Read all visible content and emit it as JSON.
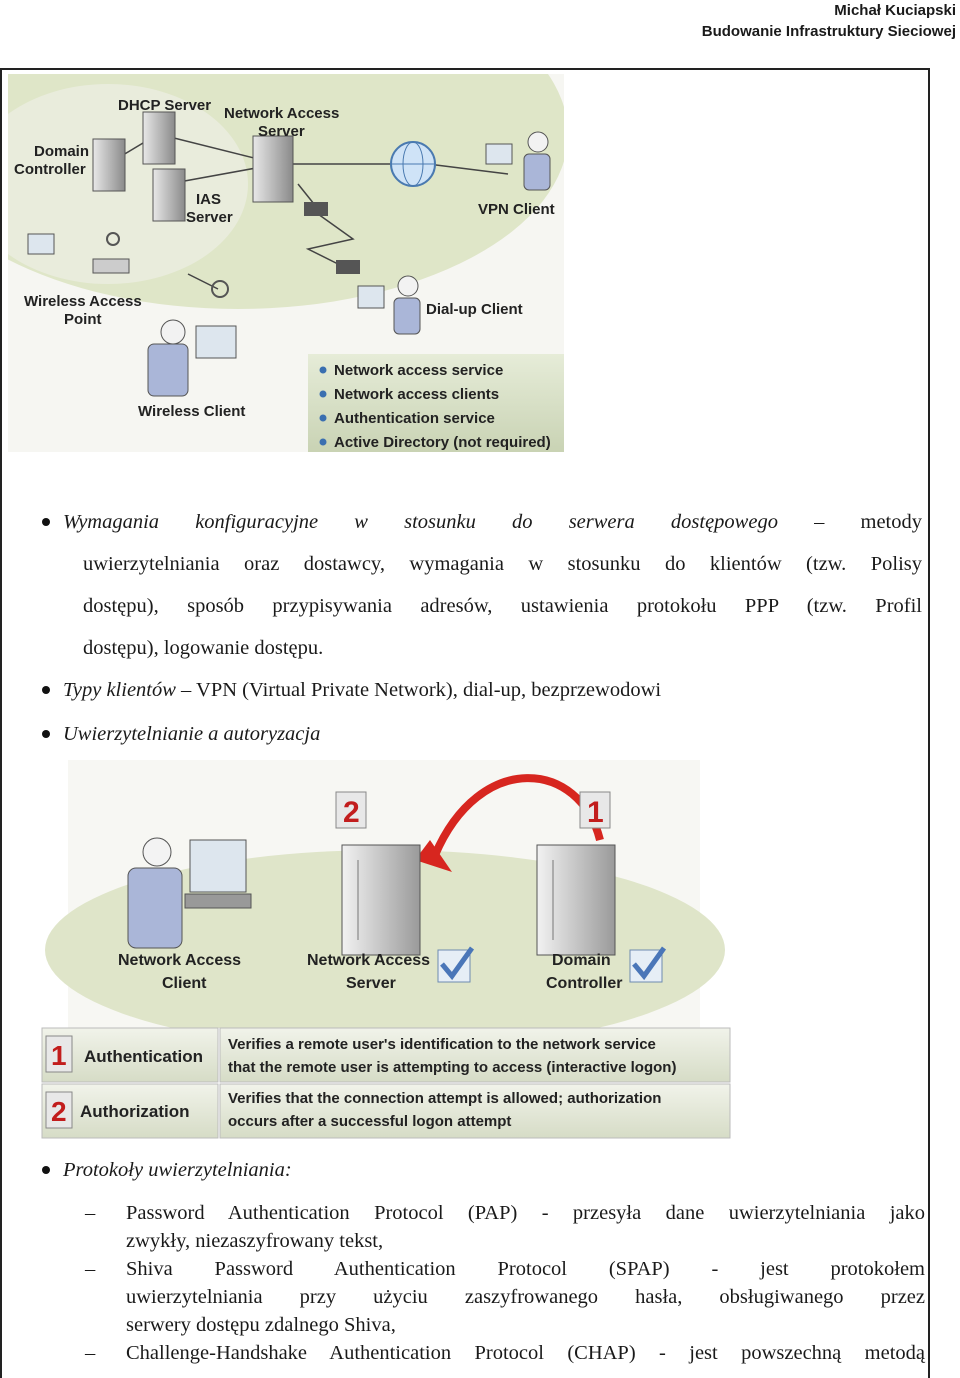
{
  "header": {
    "author": "Michał Kuciapski",
    "course": "Budowanie Infrastruktury Sieciowej"
  },
  "diagram1": {
    "nodes": {
      "dhcp": "DHCP Server",
      "nas1": "Network Access",
      "nas2": "Server",
      "dc1": "Domain",
      "dc2": "Controller",
      "ias1": "IAS",
      "ias2": "Server",
      "vpn": "VPN Client",
      "wap1": "Wireless Access",
      "wap2": "Point",
      "dialup": "Dial-up Client",
      "wireless": "Wireless Client"
    },
    "legend": [
      "Network access service",
      "Network access clients",
      "Authentication service",
      "Active Directory (not required)"
    ]
  },
  "bullets": {
    "b1_italic": "Wymagania konfiguracyjne w stosunku do serwera dostępowego",
    "b1_line1_rest": " – metody",
    "b1_line2": "uwierzytelniania oraz dostawcy, wymagania w stosunku do klientów (tzw. Polisy",
    "b1_line3": "dostępu), sposób przypisywania adresów, ustawienia protokołu PPP (tzw. Profil",
    "b1_line4": "dostępu), logowanie dostępu.",
    "b2_italic": "Typy klientów",
    "b2_rest": " – VPN (Virtual Private Network), dial-up, bezprzewodowi",
    "b3_italic": "Uwierzytelnianie a autoryzacja",
    "b4_italic": "Protokoły uwierzytelniania:"
  },
  "diagram2": {
    "badge2": "2",
    "badge1": "1",
    "nac1": "Network Access",
    "nac2": "Client",
    "nas1": "Network Access",
    "nas2": "Server",
    "dc1": "Domain",
    "dc2": "Controller",
    "auth_num": "1",
    "auth_label": "Authentication",
    "auth_desc1": "Verifies a remote user's identification to the network service",
    "auth_desc2": "that the remote user is attempting to access (interactive logon)",
    "authz_num": "2",
    "authz_label": "Authorization",
    "authz_desc1": "Verifies that the connection attempt is allowed; authorization",
    "authz_desc2": "occurs after a successful logon attempt"
  },
  "protocols": [
    {
      "line1": "Password Authentication Protocol (PAP) - przesyła dane uwierzytelniania jako",
      "line2": "zwykły, niezaszyfrowany tekst,"
    },
    {
      "line1": "Shiva Password Authentication Protocol (SPAP) - jest protokołem",
      "line2": "uwierzytelniania przy użyciu zaszyfrowanego hasła, obsługiwanego przez",
      "line3": "serwery dostępu zdalnego Shiva,"
    },
    {
      "line1": "Challenge-Handshake Authentication Protocol (CHAP) - jest powszechną metodą"
    }
  ]
}
